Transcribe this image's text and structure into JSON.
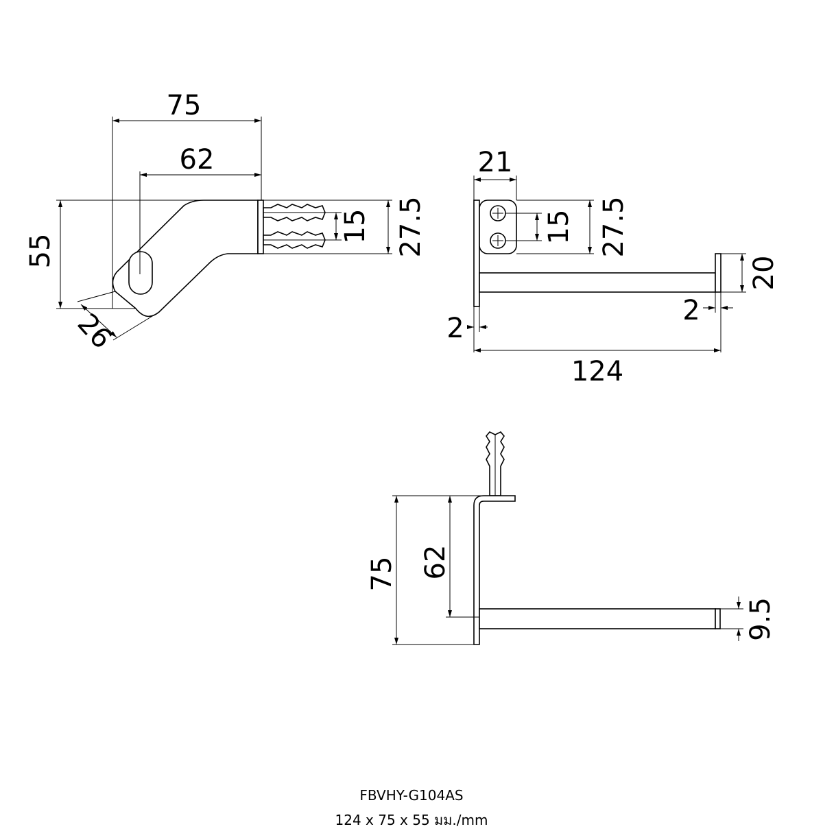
{
  "diagram": {
    "view_left": {
      "dim_width_outer": "75",
      "dim_width_inner": "62",
      "dim_height": "55",
      "dim_diag": "26",
      "dim_anchor_gap": "15",
      "dim_plate": "27.5"
    },
    "view_right": {
      "dim_plate_width": "21",
      "dim_screw_gap": "15",
      "dim_plate_height": "27.5",
      "dim_end_height": "20",
      "dim_end_thickness": "2",
      "dim_plate_thickness": "2",
      "dim_length": "124"
    },
    "view_bottom": {
      "dim_height_outer": "75",
      "dim_height_inner": "62",
      "dim_bar": "9.5"
    }
  },
  "caption": {
    "model": "FBVHY-G104AS",
    "size": "124 x 75 x 55 มม./mm"
  }
}
